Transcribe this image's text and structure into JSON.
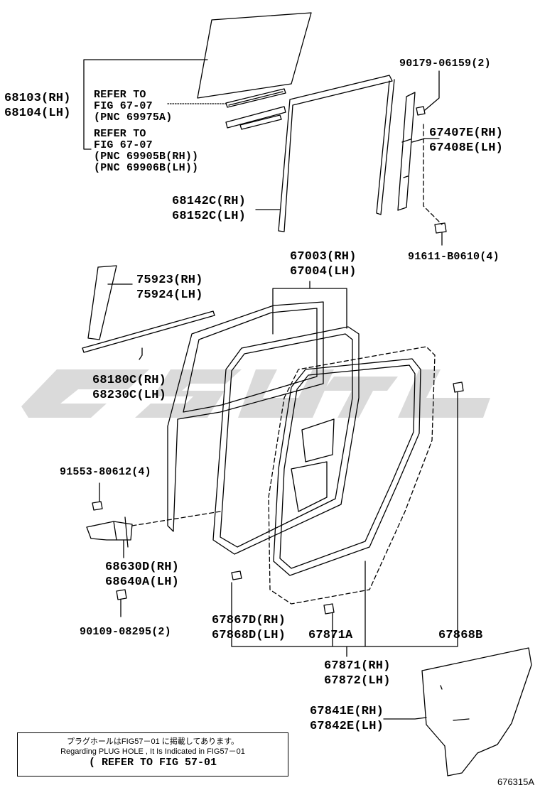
{
  "parts": {
    "p68103_rh": "68103(RH)",
    "p68104_lh": "68104(LH)",
    "ref1_a": "REFER TO",
    "ref1_b": "FIG 67-07",
    "ref1_c": "(PNC 69975A)",
    "ref2_a": "REFER TO",
    "ref2_b": "FIG 67-07",
    "ref2_c": "(PNC 69905B(RH))",
    "ref2_d": "(PNC 69906B(LH))",
    "p90179": "90179-06159(2)",
    "p67407e": "67407E(RH)",
    "p67408e": "67408E(LH)",
    "p68142c": "68142C(RH)",
    "p68152c": "68152C(LH)",
    "p91611": "91611-B0610(4)",
    "p67003": "67003(RH)",
    "p67004": "67004(LH)",
    "p75923": "75923(RH)",
    "p75924": "75924(LH)",
    "p68180c": "68180C(RH)",
    "p68230c": "68230C(LH)",
    "p91553": "91553-80612(4)",
    "p68630d": "68630D(RH)",
    "p68640a": "68640A(LH)",
    "p90109": "90109-08295(2)",
    "p67867d": "67867D(RH)",
    "p67868d": "67868D(LH)",
    "p67871a": "67871A",
    "p67868b": "67868B",
    "p67871": "67871(RH)",
    "p67872": "67872(LH)",
    "p67841e": "67841E(RH)",
    "p67842e": "67842E(LH)"
  },
  "note": {
    "line1": "プラグホールはFIG57－01 に掲載してあります。",
    "line2": "Regarding PLUG HOLE , It Is Indicated in FIG57－01",
    "line3": "( REFER TO FIG 57-01"
  },
  "figure_code": "676315A"
}
